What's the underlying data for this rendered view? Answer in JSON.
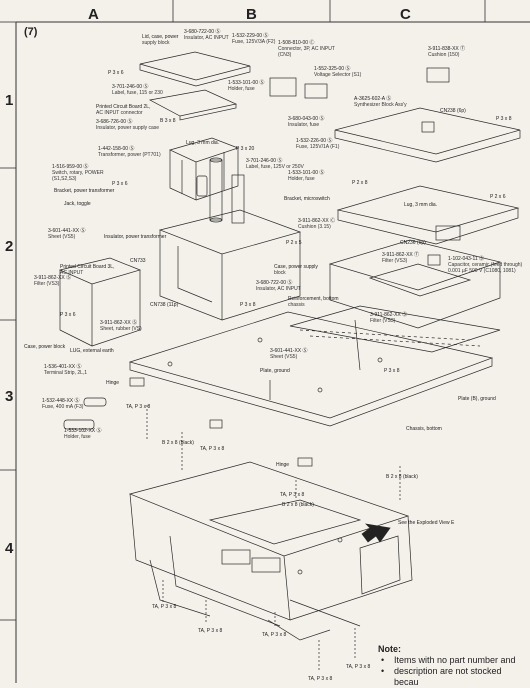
{
  "figure_number": "(7)",
  "columns": [
    "A",
    "B",
    "C"
  ],
  "rows": [
    "1",
    "2",
    "3",
    "4"
  ],
  "callouts": [
    {
      "id": "lid-case-power",
      "lines": [
        "Lid, case, power",
        "supply block"
      ]
    },
    {
      "id": "insulator-ac-input",
      "lines": [
        "3-680-722-00 Ⓢ",
        "Insulator, AC INPUT"
      ]
    },
    {
      "id": "fuse-3a",
      "lines": [
        "1-532-229-00 Ⓢ",
        "Fuse, 125V/3A (F2)"
      ]
    },
    {
      "id": "connector-ac-input",
      "lines": [
        "1-508-810-00 Ⓒ",
        "Connector, 3P, AC INPUT",
        "(CN3)"
      ]
    },
    {
      "id": "cushion-top",
      "lines": [
        "3-911-838-XX Ⓣ",
        "Cushion (150)"
      ]
    },
    {
      "id": "p3x6-top",
      "lines": [
        "P 3 x 6"
      ]
    },
    {
      "id": "label-fuse-top",
      "lines": [
        "3-701-246-00 Ⓢ",
        "Label, fuse, 115 or 230"
      ]
    },
    {
      "id": "holder-fuse-top",
      "lines": [
        "1-533-101-00 Ⓢ",
        "Holder, fuse"
      ]
    },
    {
      "id": "voltage-selector",
      "lines": [
        "1-552-325-00 Ⓢ",
        "Voltage Selector (S1)"
      ]
    },
    {
      "id": "pcb-ac-input",
      "lines": [
        "Printed Circuit Board 2L,",
        "AC INPUT connector"
      ]
    },
    {
      "id": "insulator-power-supply",
      "lines": [
        "3-686-726-00 Ⓢ",
        "Insulator, power supply case"
      ]
    },
    {
      "id": "b3x8-top",
      "lines": [
        "B 3 x 8"
      ]
    },
    {
      "id": "lug-3mm",
      "lines": [
        "Lug, 3 mm dia."
      ]
    },
    {
      "id": "p3x20",
      "lines": [
        "P 3 x 20"
      ]
    },
    {
      "id": "insulator-fuse",
      "lines": [
        "3-680-043-00 Ⓢ",
        "Insulator, fuse"
      ]
    },
    {
      "id": "synth-block",
      "lines": [
        "A-3625-602-A Ⓢ",
        "Synthesizer Block Ass'y"
      ]
    },
    {
      "id": "cn238",
      "lines": [
        "CN238 (6p)"
      ]
    },
    {
      "id": "transformer-power",
      "lines": [
        "1-442-158-00 Ⓢ",
        "Transformer, power (PT701)"
      ]
    },
    {
      "id": "fuse-power-1a",
      "lines": [
        "1-532-226-00 Ⓢ",
        "Fuse, 125V/1A (F1)"
      ]
    },
    {
      "id": "switch-rotary",
      "lines": [
        "1-516-959-00 Ⓢ",
        "Switch, rotary, POWER",
        "(S1,S2,S3)"
      ]
    },
    {
      "id": "label-fuse-mid",
      "lines": [
        "3-701-246-00 Ⓢ",
        "Label, fuse, 125V or 250V"
      ]
    },
    {
      "id": "holder-fuse-mid",
      "lines": [
        "1-533-101-00 Ⓢ",
        "Holder, fuse"
      ]
    },
    {
      "id": "p3x8-right",
      "lines": [
        "P 3 x 8"
      ]
    },
    {
      "id": "p3x6-mid",
      "lines": [
        "P 3 x 6"
      ]
    },
    {
      "id": "bracket-power-transformer",
      "lines": [
        "Bracket, power transformer"
      ]
    },
    {
      "id": "bracket-microswitch",
      "lines": [
        "Bracket, microswitch"
      ]
    },
    {
      "id": "jack-toggle",
      "lines": [
        "Jack, toggle"
      ]
    },
    {
      "id": "cushion-mid",
      "lines": [
        "3-911-862-XX Ⓒ",
        "Cushion (3.15)"
      ]
    },
    {
      "id": "p2x8",
      "lines": [
        "P 2 x 8"
      ]
    },
    {
      "id": "lug-3mm-right",
      "lines": [
        "Lug, 3 mm dia."
      ]
    },
    {
      "id": "p2x6",
      "lines": [
        "P 2 x 6"
      ]
    },
    {
      "id": "cn236",
      "lines": [
        "CN236 (6p)"
      ]
    },
    {
      "id": "insulator-power-transformer",
      "lines": [
        "Insulator, power transformer"
      ]
    },
    {
      "id": "sheet-vs5",
      "lines": [
        "3-601-441-XX Ⓢ",
        "Sheet (VS5)"
      ]
    },
    {
      "id": "p2x5",
      "lines": [
        "P 2 x 5"
      ]
    },
    {
      "id": "filter-right",
      "lines": [
        "3-911-862-XX Ⓣ",
        "Filter (VS3)"
      ]
    },
    {
      "id": "capacitor-ceramic",
      "lines": [
        "1-102-043-11 Ⓢ",
        "Capacitor, ceramic (feed through)",
        "0.001 µF 500 V (C1080, 1081)"
      ]
    },
    {
      "id": "cn733",
      "lines": [
        "CN733"
      ]
    },
    {
      "id": "pcb-ac-input-2",
      "lines": [
        "Printed Circuit Board 3L,",
        "AC INPUT"
      ]
    },
    {
      "id": "case-power-block",
      "lines": [
        "Case, power supply",
        "block"
      ]
    },
    {
      "id": "insulator-ac-input-2",
      "lines": [
        "3-680-722-00 Ⓢ",
        "Insulator, AC INPUT"
      ]
    },
    {
      "id": "filter-left",
      "lines": [
        "3-911-862-XX Ⓢ",
        "Filter (VS3)"
      ]
    },
    {
      "id": "cn738",
      "lines": [
        "CN738 (11p)"
      ]
    },
    {
      "id": "p3x8-center",
      "lines": [
        "P 3 x 8"
      ]
    },
    {
      "id": "reinforcement-bottom",
      "lines": [
        "Reinforcement, bottom",
        "chassis"
      ]
    },
    {
      "id": "case-lower-left",
      "lines": [
        "Case, power block"
      ]
    },
    {
      "id": "p3x6-left",
      "lines": [
        "P 3 x 6"
      ]
    },
    {
      "id": "sheet-rubber",
      "lines": [
        "3-911-862-XX Ⓢ",
        "Sheet, rubber (VS)"
      ]
    },
    {
      "id": "filter-vs3-right",
      "lines": [
        "3-911-862-XX Ⓢ",
        "Filter (VS3)"
      ]
    },
    {
      "id": "sheet-vs5-center",
      "lines": [
        "3-601-441-XX Ⓢ",
        "Sheet (VS5)"
      ]
    },
    {
      "id": "lug-external-earth",
      "lines": [
        "LUG, external earth"
      ]
    },
    {
      "id": "terminal-strip",
      "lines": [
        "1-536-401-XX Ⓢ",
        "Terminal Strip, 2L,1"
      ]
    },
    {
      "id": "plate-ground",
      "lines": [
        "Plate, ground"
      ]
    },
    {
      "id": "p3x8-lower",
      "lines": [
        "P 3 x 8"
      ]
    },
    {
      "id": "hinge-left",
      "lines": [
        "Hinge"
      ]
    },
    {
      "id": "plate-ground-right",
      "lines": [
        "Plate (B), ground"
      ]
    },
    {
      "id": "fuse-400ma",
      "lines": [
        "1-532-448-XX Ⓢ",
        "Fuse, 400 mA (F3)"
      ]
    },
    {
      "id": "ta-p3x8-a",
      "lines": [
        "TA, P 3 x 8"
      ]
    },
    {
      "id": "holder-fuse-low",
      "lines": [
        "1-533-102-XX Ⓢ",
        "Holder, fuse"
      ]
    },
    {
      "id": "chassis-bottom",
      "lines": [
        "Chassis, bottom"
      ]
    },
    {
      "id": "b2x8-black-a",
      "lines": [
        "B 2 x 8 (black)"
      ]
    },
    {
      "id": "ta-p3x8-b",
      "lines": [
        "TA, P 3 x 8"
      ]
    },
    {
      "id": "hinge-right",
      "lines": [
        "Hinge"
      ]
    },
    {
      "id": "b2x8-black-b",
      "lines": [
        "B 2 x 8 (black)"
      ]
    },
    {
      "id": "ta-p3x8-c",
      "lines": [
        "TA, P 3 x 8"
      ]
    },
    {
      "id": "b2x8-black-c",
      "lines": [
        "B 2 x 8 (black)"
      ]
    },
    {
      "id": "see-exploded",
      "lines": [
        "See the Exploded View E"
      ]
    },
    {
      "id": "ta-p3x8-d",
      "lines": [
        "TA, P 3 x 8"
      ]
    },
    {
      "id": "ta-p3x8-e",
      "lines": [
        "TA, P 3 x 8"
      ]
    },
    {
      "id": "ta-p3x8-f",
      "lines": [
        "TA, P 3 x 8"
      ]
    },
    {
      "id": "ta-p3x8-g",
      "lines": [
        "TA, P 3 x 8"
      ]
    },
    {
      "id": "ta-p3x8-h",
      "lines": [
        "TA, P 3 x 8"
      ]
    }
  ],
  "note": {
    "heading": "Note:",
    "line1": "Items with no part number and",
    "line2": "description are not stocked becau"
  }
}
